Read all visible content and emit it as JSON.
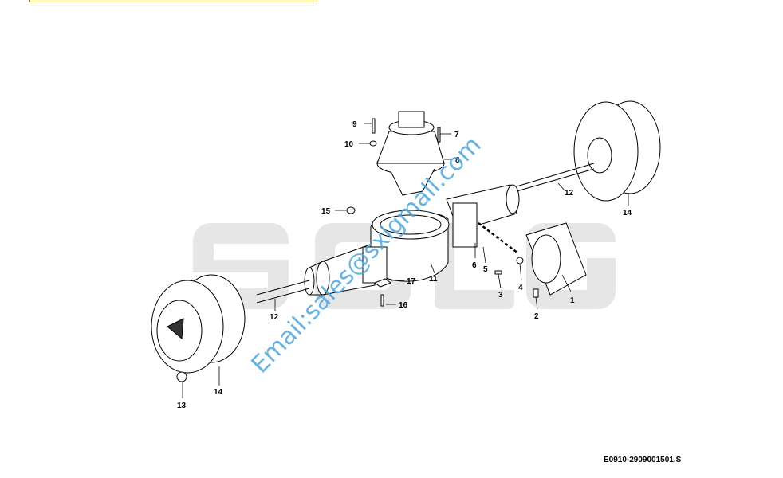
{
  "diagram": {
    "callouts": [
      "1",
      "2",
      "3",
      "4",
      "5",
      "6",
      "7",
      "8",
      "9",
      "10",
      "11",
      "12",
      "12",
      "13",
      "14",
      "14",
      "15",
      "16",
      "17"
    ],
    "caption": "E0910-2909001501.S",
    "brand_watermark": "SDLG",
    "email_watermark": "Email:sales@sxlgmall.com"
  },
  "colors": {
    "watermark_blue": "#4aa6e0",
    "brand_gray": "#e6e6e6",
    "banner_yellow": "#fff9c4"
  }
}
